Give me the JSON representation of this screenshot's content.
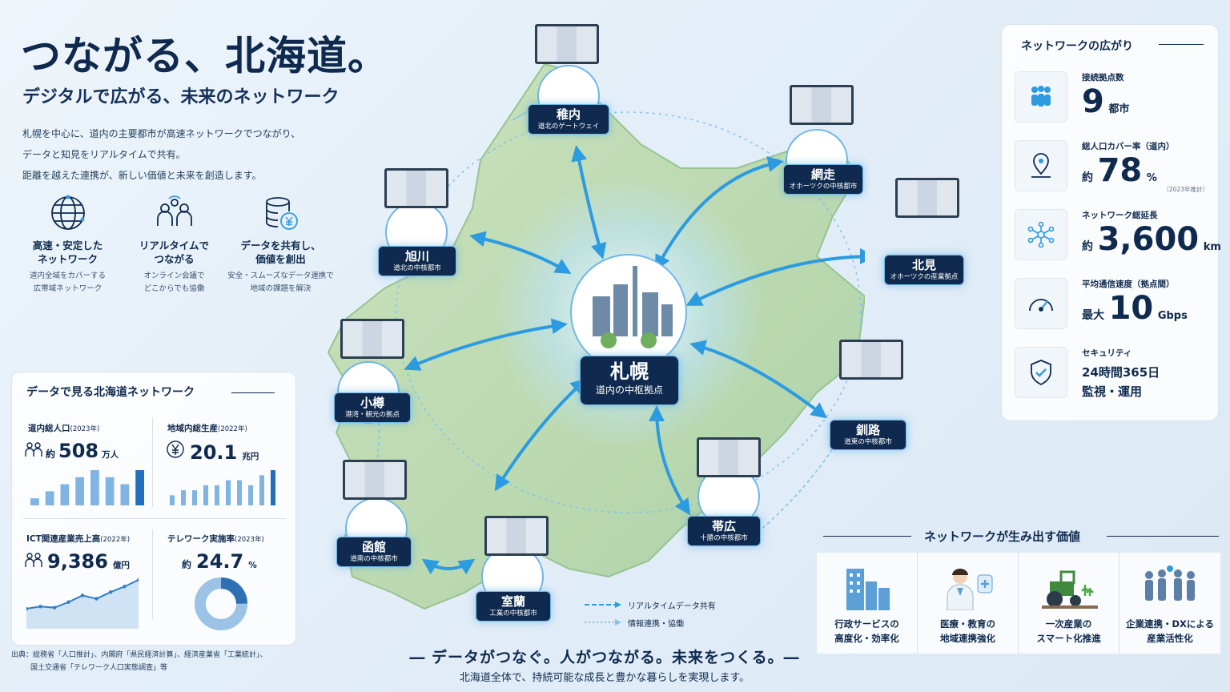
{
  "header": {
    "title": "つながる、北海道。",
    "subtitle": "デジタルで広がる、未来のネットワーク",
    "description": [
      "札幌を中心に、道内の主要都市が高速ネットワークでつながり、",
      "データと知見をリアルタイムで共有。",
      "距離を越えた連携が、新しい価値と未来を創造します。"
    ]
  },
  "features": [
    {
      "icon": "globe-network-icon",
      "title1": "高速・安定した",
      "title2": "ネットワーク",
      "desc1": "道内全域をカバーする",
      "desc2": "広帯域ネットワーク"
    },
    {
      "icon": "people-connect-icon",
      "title1": "リアルタイムで",
      "title2": "つながる",
      "desc1": "オンライン会議で",
      "desc2": "どこからでも協働"
    },
    {
      "icon": "database-yen-icon",
      "title1": "データを共有し、",
      "title2": "価値を創出",
      "desc1": "安全・スムーズなデータ連携で",
      "desc2": "地域の課題を解決"
    }
  ],
  "stats": {
    "title": "データで見る北海道ネットワーク",
    "population": {
      "label": "道内総人口",
      "year": "(2023年)",
      "pre": "約",
      "value": "508",
      "unit": "万人",
      "bars": [
        1,
        2,
        3,
        4,
        5,
        4,
        3,
        5
      ]
    },
    "gdp": {
      "label": "地域内総生産",
      "year": "(2022年)",
      "value": "20.1",
      "unit": "兆円",
      "bars": [
        2,
        3,
        3,
        4,
        4,
        5,
        5,
        4,
        6,
        7
      ]
    },
    "ict": {
      "label": "ICT関連産業売上高",
      "year": "(2022年)",
      "value": "9,386",
      "unit": "億円",
      "trend": [
        18,
        20,
        19,
        24,
        30,
        27,
        33,
        38,
        44
      ]
    },
    "telework": {
      "label": "テレワーク実施率",
      "year": "(2023年)",
      "pre": "約",
      "value": "24.7",
      "unit": "%",
      "percent": 24.7
    }
  },
  "source": {
    "line1": "出典：総務省「人口推計」、内閣府「県民経済計算」、経済産業省「工業統計」、",
    "line2": "国土交通省「テレワーク人口実態調査」等"
  },
  "network": {
    "title": "ネットワークの広がり",
    "items": [
      {
        "icon": "people-group-icon",
        "label": "接続拠点数",
        "pre": "",
        "value": "9",
        "unit": "都市",
        "note": ""
      },
      {
        "icon": "map-pin-icon",
        "label": "総人口カバー率（道内）",
        "pre": "約",
        "value": "78",
        "unit": "%",
        "note": "（2023年推計）"
      },
      {
        "icon": "network-nodes-icon",
        "label": "ネットワーク総延長",
        "pre": "約",
        "value": "3,600",
        "unit": "km",
        "note": ""
      },
      {
        "icon": "speedometer-icon",
        "label": "平均通信速度（拠点間）",
        "pre": "最大",
        "value": "10",
        "unit": "Gbps",
        "note": ""
      }
    ],
    "security": {
      "icon": "shield-check-icon",
      "label": "セキュリティ",
      "line1": "24時間365日",
      "line2": "監視・運用"
    }
  },
  "cities": {
    "center": {
      "name": "札幌",
      "desc": "道内の中枢拠点"
    },
    "wakkanai": {
      "name": "稚内",
      "desc": "道北のゲートウェイ"
    },
    "abashiri": {
      "name": "網走",
      "desc": "オホーツクの中核都市"
    },
    "asahikawa": {
      "name": "旭川",
      "desc": "道北の中核都市"
    },
    "kitami": {
      "name": "北見",
      "desc": "オホーツクの産業拠点"
    },
    "otaru": {
      "name": "小樽",
      "desc": "港湾・観光の拠点"
    },
    "kushiro": {
      "name": "釧路",
      "desc": "道東の中核都市"
    },
    "hakodate": {
      "name": "函館",
      "desc": "道南の中核都市"
    },
    "obihiro": {
      "name": "帯広",
      "desc": "十勝の中核都市"
    },
    "muroran": {
      "name": "室蘭",
      "desc": "工業の中核都市"
    }
  },
  "legend": {
    "realtime": "リアルタイムデータ共有",
    "collab": "情報連携・協働"
  },
  "values": {
    "title": "ネットワークが生み出す価値",
    "items": [
      {
        "icon": "city-buildings-icon",
        "line1": "行政サービスの",
        "line2": "高度化・効率化"
      },
      {
        "icon": "doctor-icon",
        "line1": "医療・教育の",
        "line2": "地域連携強化"
      },
      {
        "icon": "tractor-icon",
        "line1": "一次産業の",
        "line2": "スマート化推進"
      },
      {
        "icon": "business-people-icon",
        "line1": "企業連携・DXによる",
        "line2": "産業活性化"
      }
    ]
  },
  "footer": {
    "slogan": "― データがつなぐ。人がつながる。未来をつくる。―",
    "sub": "北海道全体で、持続可能な成長と豊かな暮らしを実現します。"
  },
  "colors": {
    "navy": "#0f2a4e",
    "accent": "#2c9be0",
    "chart": "#2f7fc8",
    "land": "#b8d9a8"
  }
}
